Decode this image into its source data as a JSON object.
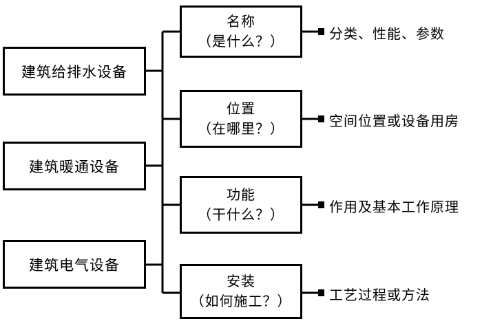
{
  "sources": [
    {
      "label": "建筑给排水设备"
    },
    {
      "label": "建筑暖通设备"
    },
    {
      "label": "建筑电气设备"
    }
  ],
  "aspects": [
    {
      "title": "名称",
      "question": "（是什么？）",
      "note": "分类、性能、参数"
    },
    {
      "title": "位置",
      "question": "（在哪里？）",
      "note": "空间位置或设备用房"
    },
    {
      "title": "功能",
      "question": "（干什么？）",
      "note": "作用及基本工作原理"
    },
    {
      "title": "安装",
      "question": "（如何施工？）",
      "note": "工艺过程或方法"
    }
  ]
}
